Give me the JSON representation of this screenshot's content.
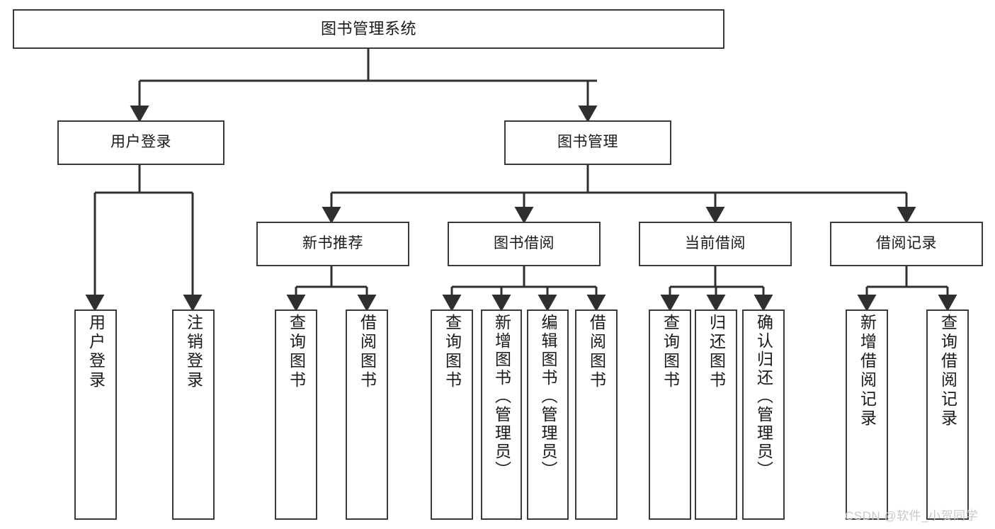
{
  "diagram": {
    "title": "图书管理系统",
    "type": "tree",
    "root": {
      "label": "图书管理系统"
    },
    "level1": [
      {
        "label": "用户登录"
      },
      {
        "label": "图书管理"
      }
    ],
    "level2": [
      {
        "label": "新书推荐"
      },
      {
        "label": "图书借阅"
      },
      {
        "label": "当前借阅"
      },
      {
        "label": "借阅记录"
      }
    ],
    "leaves": {
      "user_login": [
        {
          "label": "用户登录"
        },
        {
          "label": "注销登录"
        }
      ],
      "new_book_recommend": [
        {
          "label": "查询图书"
        },
        {
          "label": "借阅图书"
        }
      ],
      "book_borrow": [
        {
          "label": "查询图书"
        },
        {
          "label": "新增图书（管理员）"
        },
        {
          "label": "编辑图书（管理员）"
        },
        {
          "label": "借阅图书"
        }
      ],
      "current_borrow": [
        {
          "label": "查询图书"
        },
        {
          "label": "归还图书"
        },
        {
          "label": "确认归还（管理员）"
        }
      ],
      "borrow_record": [
        {
          "label": "新增借阅记录"
        },
        {
          "label": "查询借阅记录"
        }
      ]
    }
  },
  "watermark": {
    "text": "CSDN @软件_小贺同学"
  },
  "colors": {
    "stroke": "#3a3a3a",
    "background": "#ffffff",
    "text": "#1a1a1a",
    "watermark": "#c9c9c9"
  }
}
